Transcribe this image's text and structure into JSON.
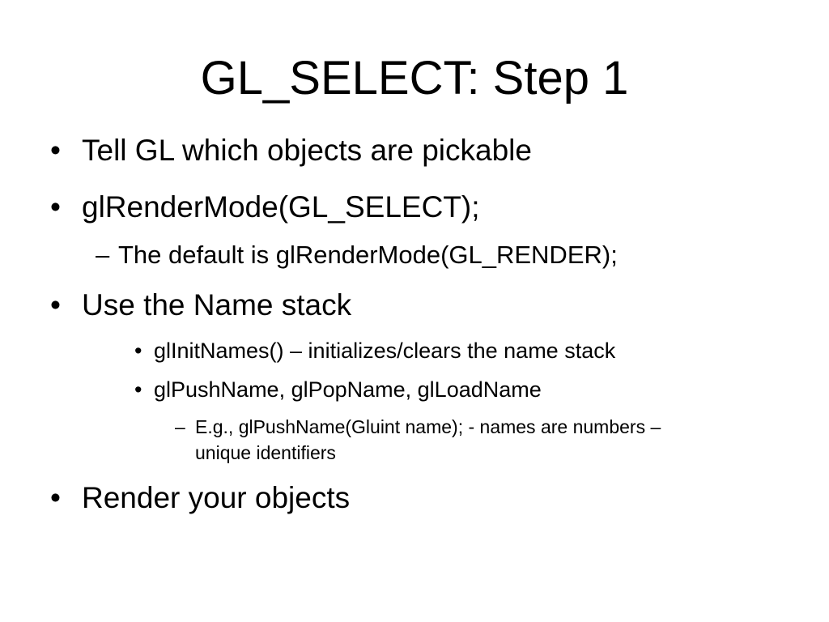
{
  "slide": {
    "title": "GL_SELECT: Step 1",
    "bullet_glyph": "•",
    "dash_glyph": "–",
    "items": [
      {
        "text": "Tell GL which objects are pickable"
      },
      {
        "text": "glRenderMode(GL_SELECT);"
      },
      {
        "text": "The default is glRenderMode(GL_RENDER);"
      },
      {
        "text": "Use the Name stack"
      },
      {
        "text": "glInitNames() – initializes/clears the name stack"
      },
      {
        "text": "glPushName, glPopName, glLoadName"
      },
      {
        "line1": "E.g., glPushName(Gluint name); - names are numbers –",
        "line2": "unique identifiers"
      },
      {
        "text": "Render your objects"
      }
    ]
  }
}
